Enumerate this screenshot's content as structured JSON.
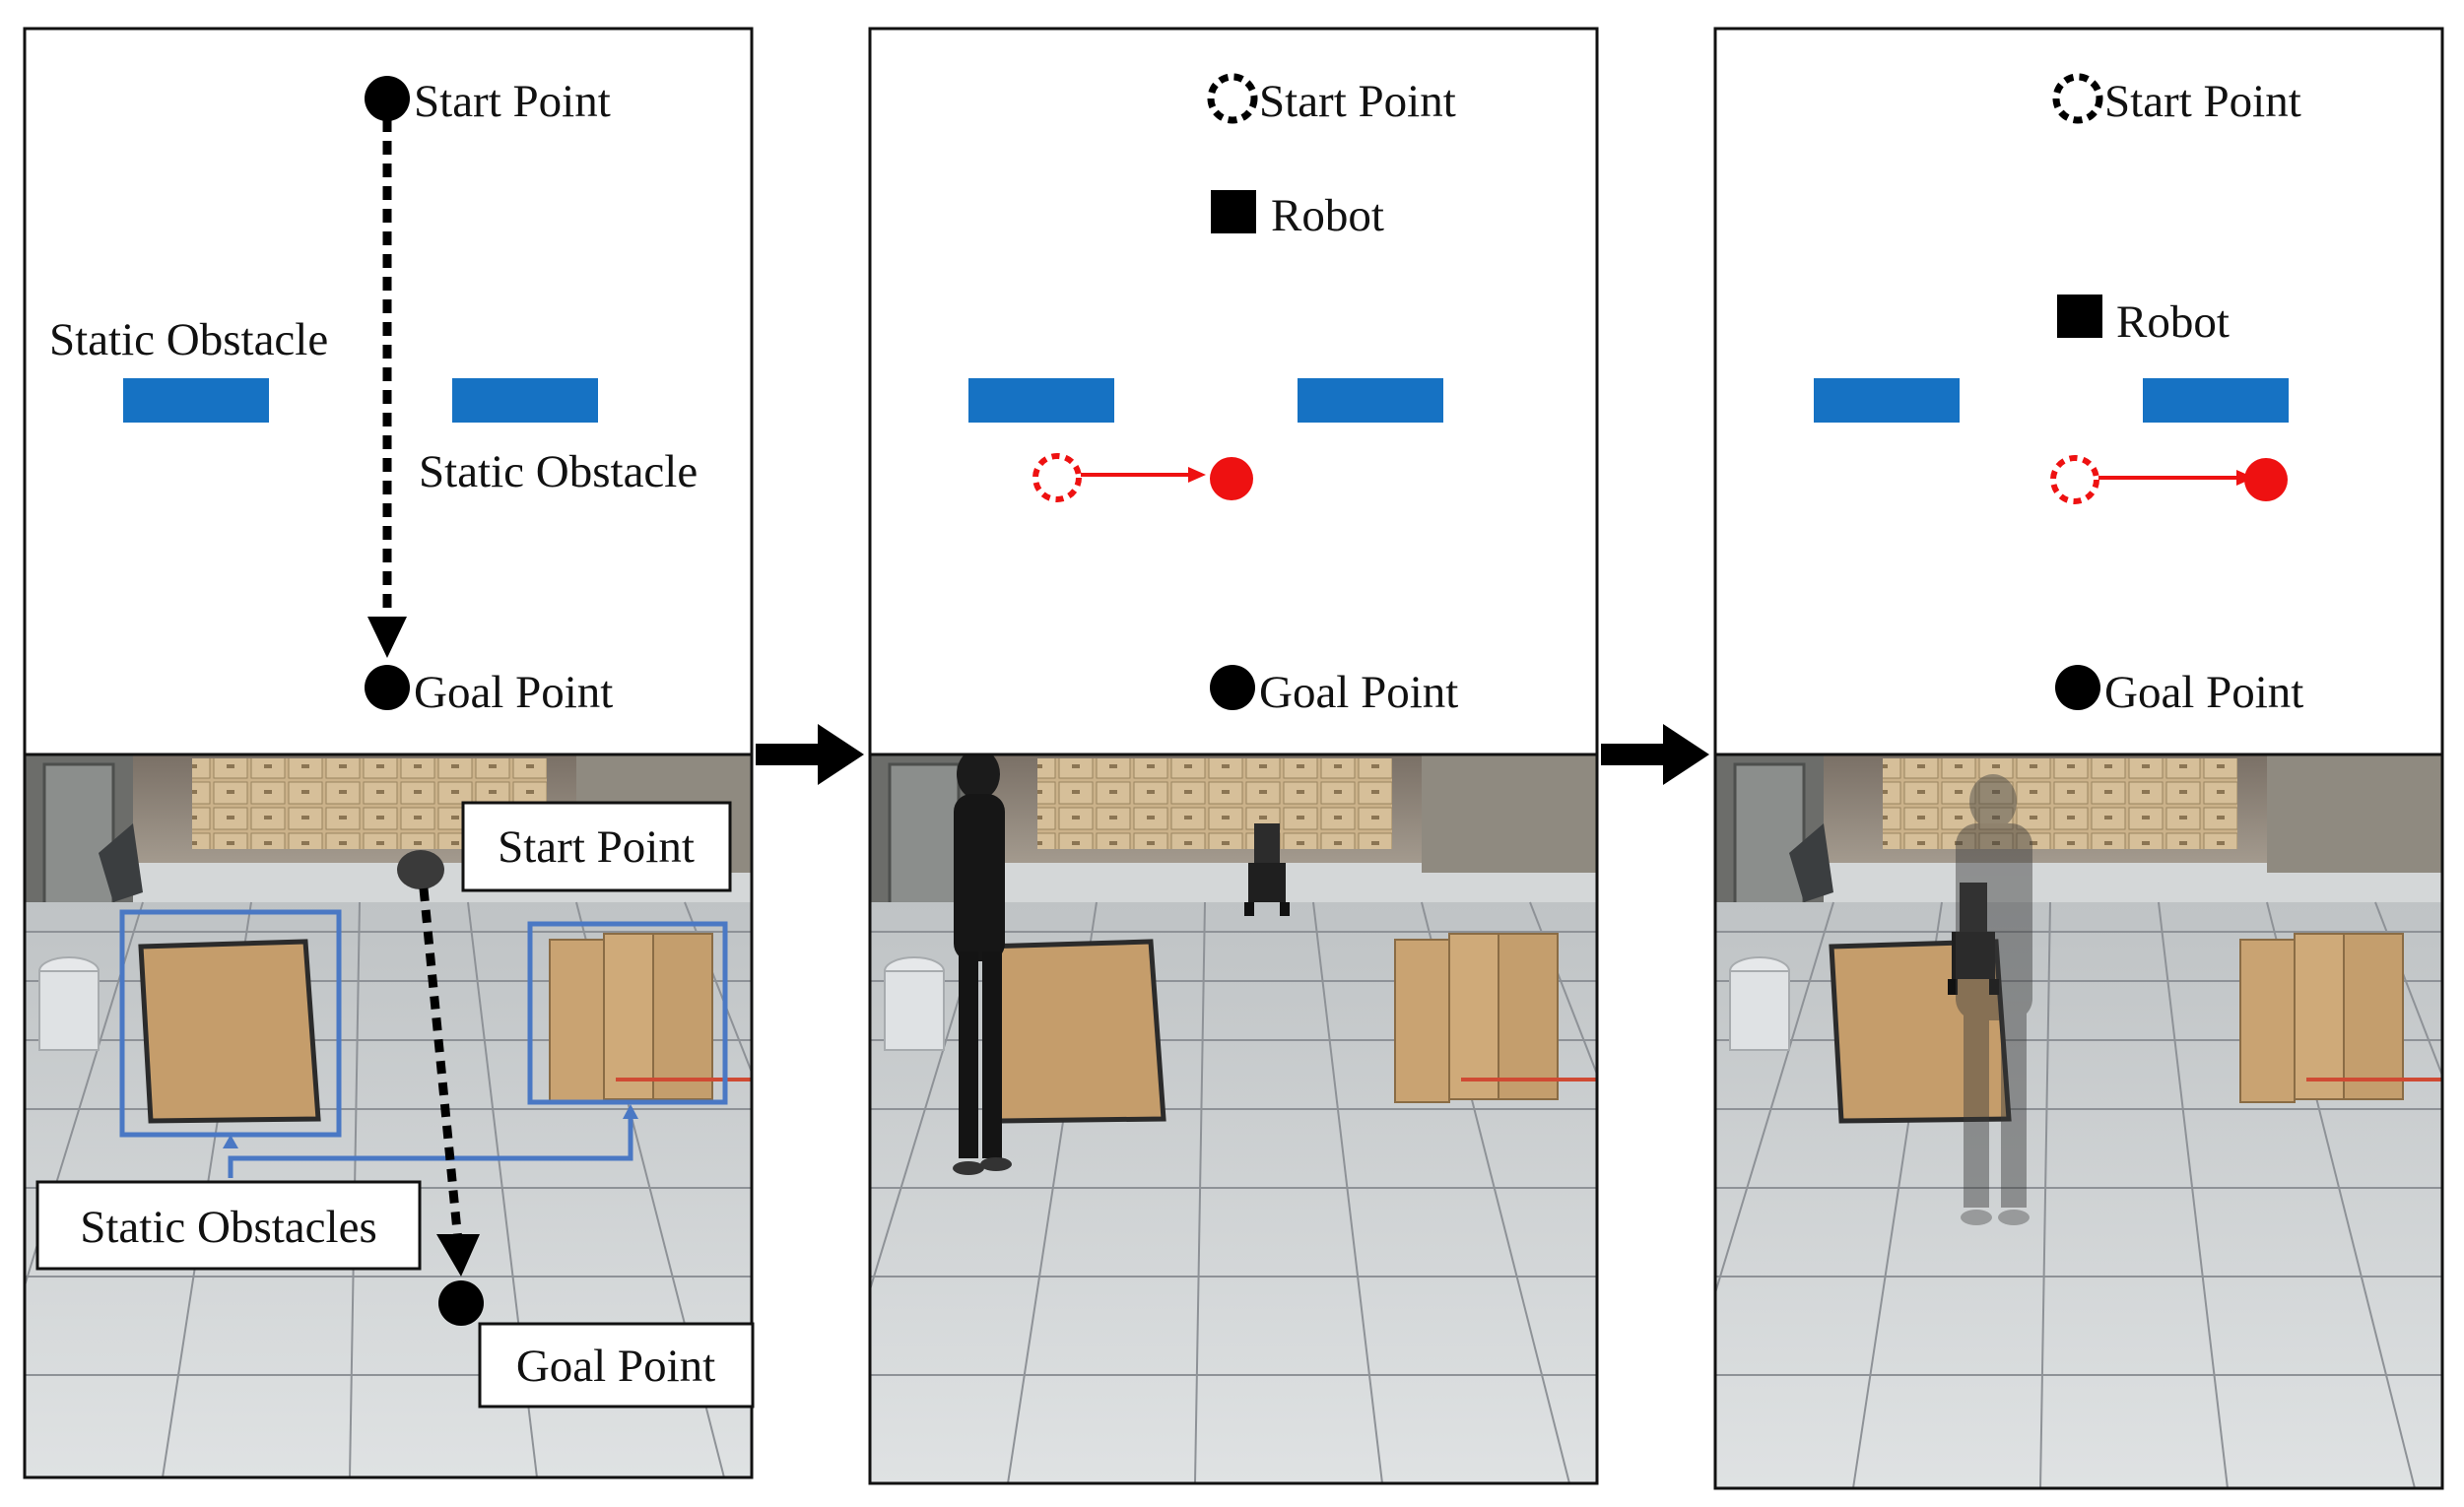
{
  "colors": {
    "obstacle": "#1672c3",
    "annotation": "#4a78c4",
    "pedestrian": "#ee1111",
    "ink": "#000000",
    "floor_tile": "#cfd3d6",
    "floor_line": "#8e9297",
    "box": "#c59d6b",
    "cabinet": "#cbb28a"
  },
  "legend": {
    "start": "Start Point",
    "goal": "Goal Point",
    "robot": "Robot",
    "static_obstacle": "Static Obstacle"
  },
  "photo_labels": {
    "start": "Start Point",
    "goal": "Goal Point",
    "static_obstacles": "Static Obstacles"
  },
  "icons": [
    "start-point-icon",
    "goal-point-icon",
    "robot-icon",
    "pedestrian-icon",
    "dashed-path-arrow",
    "flow-arrow-icon"
  ]
}
